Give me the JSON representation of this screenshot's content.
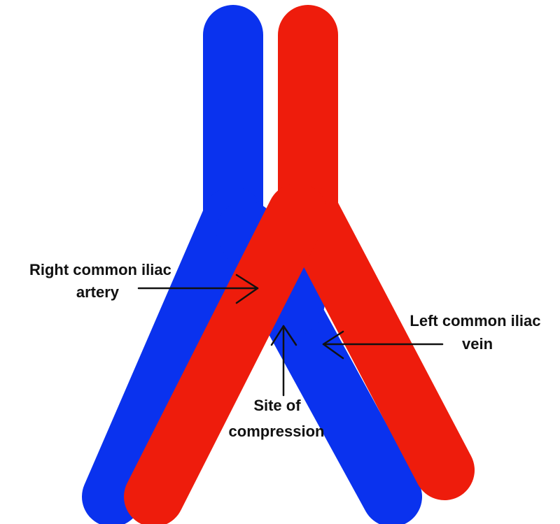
{
  "colors": {
    "vein": "#0a32ee",
    "artery": "#ee1c0c",
    "arrow": "#111111",
    "background": "#ffffff"
  },
  "labels": {
    "right_common_iliac_artery": [
      "Right common iliac",
      "artery"
    ],
    "left_common_iliac_vein": [
      "Left common iliac",
      "vein"
    ],
    "site_of_compression": [
      "Site of",
      "compression"
    ]
  }
}
